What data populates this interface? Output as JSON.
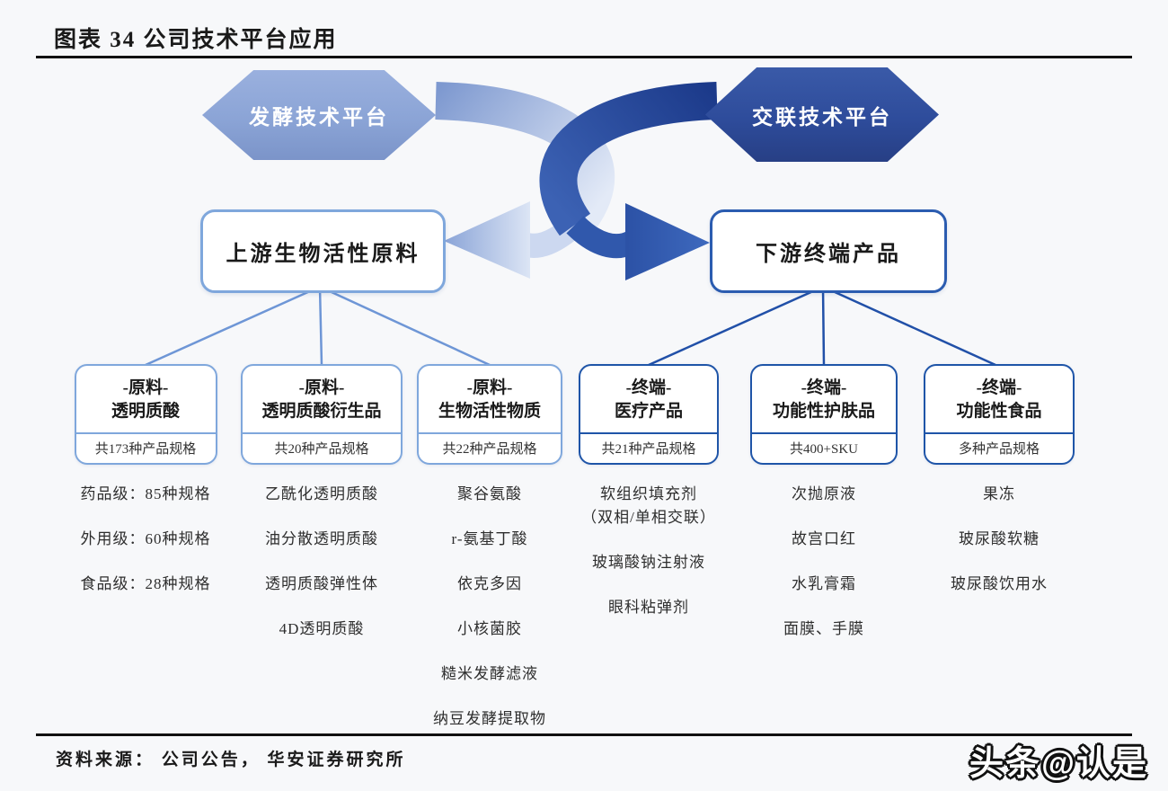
{
  "title": "图表 34 公司技术平台应用",
  "platforms": {
    "left": {
      "label": "发酵技术平台",
      "color": "#8ba4d6"
    },
    "right": {
      "label": "交联技术平台",
      "color": "#2e4c9b"
    }
  },
  "streams": {
    "upstream": {
      "label": "上游生物活性原料"
    },
    "downstream": {
      "label": "下游终端产品"
    }
  },
  "categories": [
    {
      "tag": "-原料-",
      "name": "透明质酸",
      "spec": "共173种产品规格",
      "items": [
        "药品级：85种规格",
        "外用级：60种规格",
        "食品级：28种规格"
      ]
    },
    {
      "tag": "-原料-",
      "name": "透明质酸衍生品",
      "spec": "共20种产品规格",
      "items": [
        "乙酰化透明质酸",
        "油分散透明质酸",
        "透明质酸弹性体",
        "4D透明质酸"
      ]
    },
    {
      "tag": "-原料-",
      "name": "生物活性物质",
      "spec": "共22种产品规格",
      "items": [
        "聚谷氨酸",
        "r-氨基丁酸",
        "依克多因",
        "小核菌胶",
        "糙米发酵滤液",
        "纳豆发酵提取物"
      ]
    },
    {
      "tag": "-终端-",
      "name": "医疗产品",
      "spec": "共21种产品规格",
      "items": [
        "软组织填充剂\n（双相/单相交联）",
        "玻璃酸钠注射液",
        "眼科粘弹剂"
      ]
    },
    {
      "tag": "-终端-",
      "name": "功能性护肤品",
      "spec": "共400+SKU",
      "items": [
        "次抛原液",
        "故宫口红",
        "水乳膏霜",
        "面膜、手膜"
      ]
    },
    {
      "tag": "-终端-",
      "name": "功能性食品",
      "spec": "多种产品规格",
      "items": [
        "果冻",
        "玻尿酸软糖",
        "玻尿酸饮用水"
      ]
    }
  ],
  "footer": {
    "source": "资料来源： 公司公告， 华安证券研究所",
    "watermark": "头条@认是"
  },
  "colors": {
    "light_blue": "#8ba4d6",
    "dark_blue": "#2e4c9b",
    "light_border": "#7fa7dc",
    "dark_border": "#1f55a8",
    "light_line": "#6e96d6",
    "dark_line": "#2150a8"
  }
}
